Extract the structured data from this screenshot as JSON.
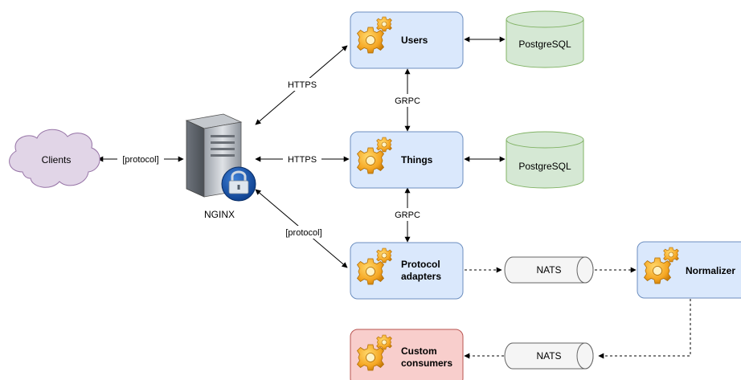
{
  "nodes": {
    "clients": "Clients",
    "nginx": "NGINX",
    "users": "Users",
    "things": "Things",
    "protocol_adapters": [
      "Protocol",
      "adapters"
    ],
    "custom_consumers": [
      "Custom",
      "consumers"
    ],
    "normalizer": "Normalizer",
    "postgres_users": "PostgreSQL",
    "postgres_things": "PostgreSQL",
    "nats_top": "NATS",
    "nats_bottom": "NATS"
  },
  "edges": {
    "clients_nginx": "[protocol]",
    "nginx_users": "HTTPS",
    "nginx_things": "HTTPS",
    "nginx_adapters": "[protocol]",
    "users_things": "GRPC",
    "things_adapters": "GRPC"
  },
  "colors": {
    "service_fill": "#dae8fc",
    "service_stroke": "#6c8ebf",
    "consumer_fill": "#f8cecc",
    "consumer_stroke": "#b85450",
    "db_fill": "#d5e8d4",
    "db_stroke": "#82b366",
    "cloud_fill": "#e1d5e7",
    "cloud_stroke": "#9673a6",
    "queue_fill": "#f5f5f5",
    "queue_stroke": "#666666"
  },
  "icons": [
    "gear-icon",
    "server-icon",
    "lock-icon",
    "database-icon",
    "cloud-icon"
  ]
}
